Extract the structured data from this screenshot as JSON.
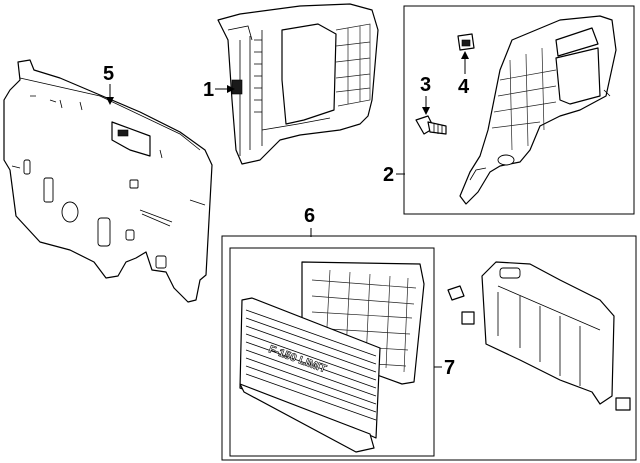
{
  "callouts": {
    "c1": "1",
    "c2": "2",
    "c3": "3",
    "c4": "4",
    "c5": "5",
    "c6": "6",
    "c7": "7"
  },
  "panel_text": "F-150 LIMIT"
}
